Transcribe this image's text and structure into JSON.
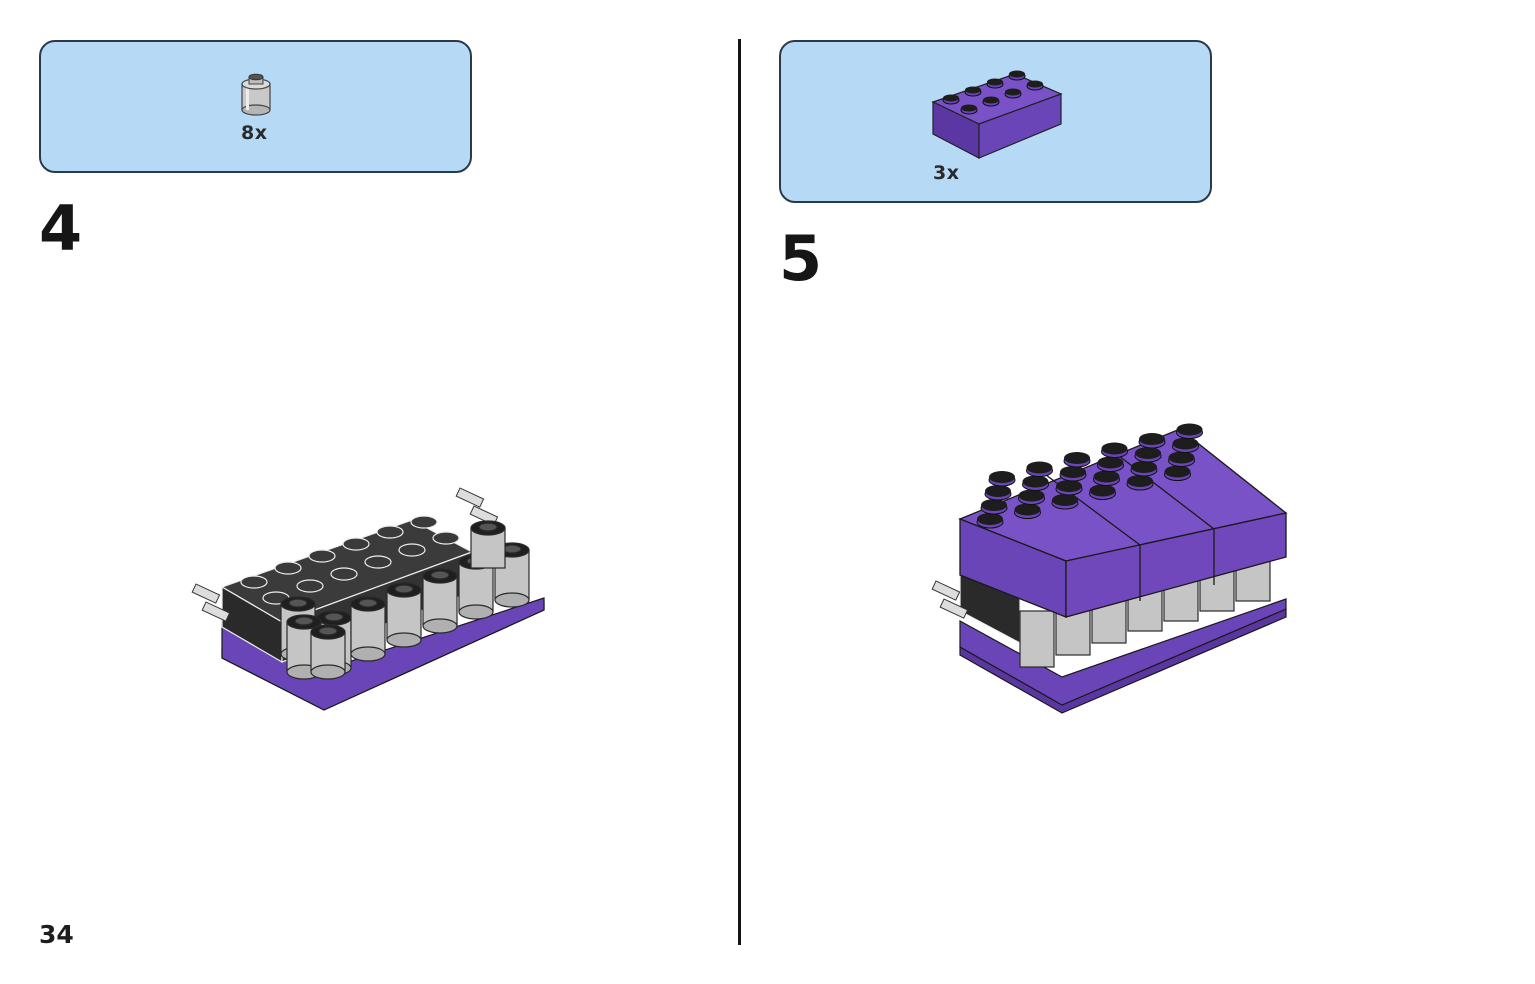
{
  "page_number": "34",
  "colors": {
    "parts_box_fill": "#b6d9f5",
    "purple": "#6841b4",
    "black_brick": "#333333",
    "light_gray": "#d0d0d0"
  },
  "steps": [
    {
      "number": "4",
      "parts": [
        {
          "icon": "round-brick-1x1-light-gray-icon",
          "quantity": "8x"
        }
      ]
    },
    {
      "number": "5",
      "parts": [
        {
          "icon": "brick-2x4-purple-icon",
          "quantity": "3x"
        }
      ]
    }
  ]
}
